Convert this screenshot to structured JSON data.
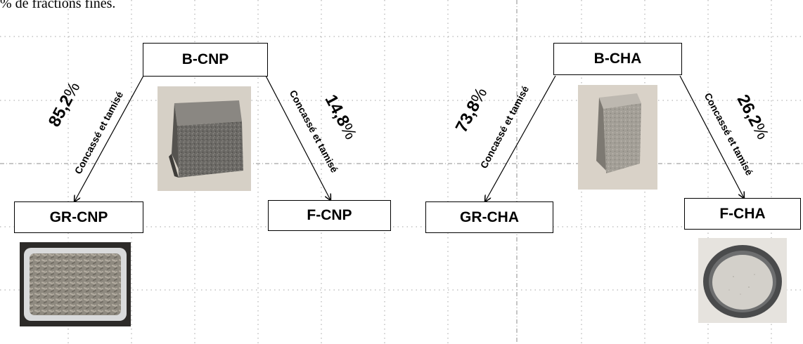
{
  "page": {
    "header_fragment": "% de fractions fines."
  },
  "left_group": {
    "source": "B-CNP",
    "coarse": "GR-CNP",
    "fine": "F-CNP",
    "coarse_percent": "85,2",
    "fine_percent": "14,8",
    "percent_symbol": "%",
    "action_left": "Concassé et tamisé",
    "action_right": "Concassé et tamisé"
  },
  "right_group": {
    "source": "B-CHA",
    "coarse": "GR-CHA",
    "fine": "F-CHA",
    "coarse_percent": "73,8",
    "fine_percent": "26,2",
    "percent_symbol": "%",
    "action_left": "Concassé et tamisé",
    "action_right": "Concassé et tamisé"
  },
  "photos": {
    "cnp_block": "hemp-concrete-block-photo",
    "cnp_aggregate": "coarse-aggregate-tray-photo",
    "cha_block": "lime-hemp-block-photo",
    "cha_fines": "fine-powder-sieve-photo"
  },
  "colors": {
    "line": "#000000",
    "grid": "#9a9a9a",
    "block_cnp": "#6f6d69",
    "block_cha": "#9c9890",
    "background_photo": "#d8d2c8"
  }
}
